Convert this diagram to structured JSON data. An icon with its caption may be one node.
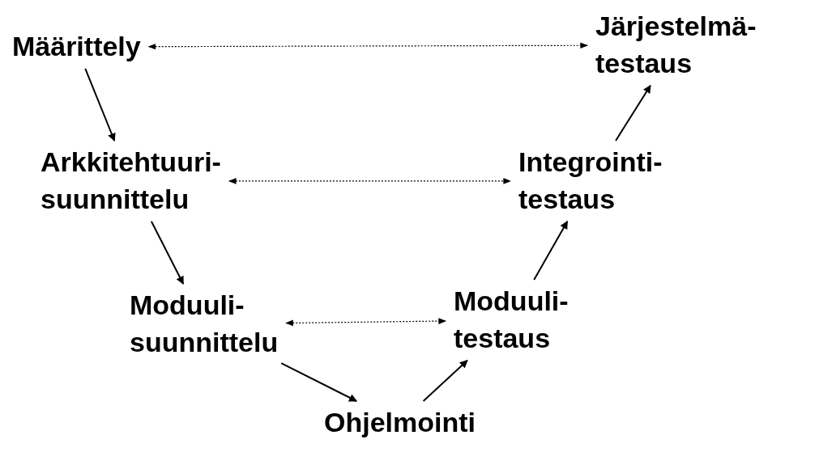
{
  "diagram": {
    "nodes": [
      {
        "text": [
          "Määrittely"
        ]
      },
      {
        "text": [
          "Järjestelmä- testaus"
        ]
      },
      {
        "text": [
          "Arkkitehtuuri- suunnittelu"
        ]
      },
      {
        "text": [
          "Integrointi- testaus"
        ]
      },
      {
        "text": [
          "Moduuli- suunnittelu"
        ]
      },
      {
        "text": [
          "Moduuli- testaus"
        ]
      },
      {
        "text": [
          "Ohjelmointi"
        ]
      }
    ],
    "edges": [
      {
        "from": 0,
        "to": 2,
        "arrow": "to"
      },
      {
        "from": 2,
        "to": 4,
        "arrow": "to"
      },
      {
        "from": 4,
        "to": 6,
        "arrow": "to"
      },
      {
        "from": 6,
        "to": 5,
        "arrow": "to"
      },
      {
        "from": 5,
        "to": 3,
        "arrow": "to"
      },
      {
        "from": 3,
        "to": 1,
        "arrow": "to"
      },
      {
        "from": 0,
        "to": 1,
        "arrow": "both",
        "style": "dashed"
      },
      {
        "from": 2,
        "to": 3,
        "arrow": "both",
        "style": "dashed"
      },
      {
        "from": 4,
        "to": 5,
        "arrow": "both",
        "style": "dashed"
      }
    ]
  }
}
